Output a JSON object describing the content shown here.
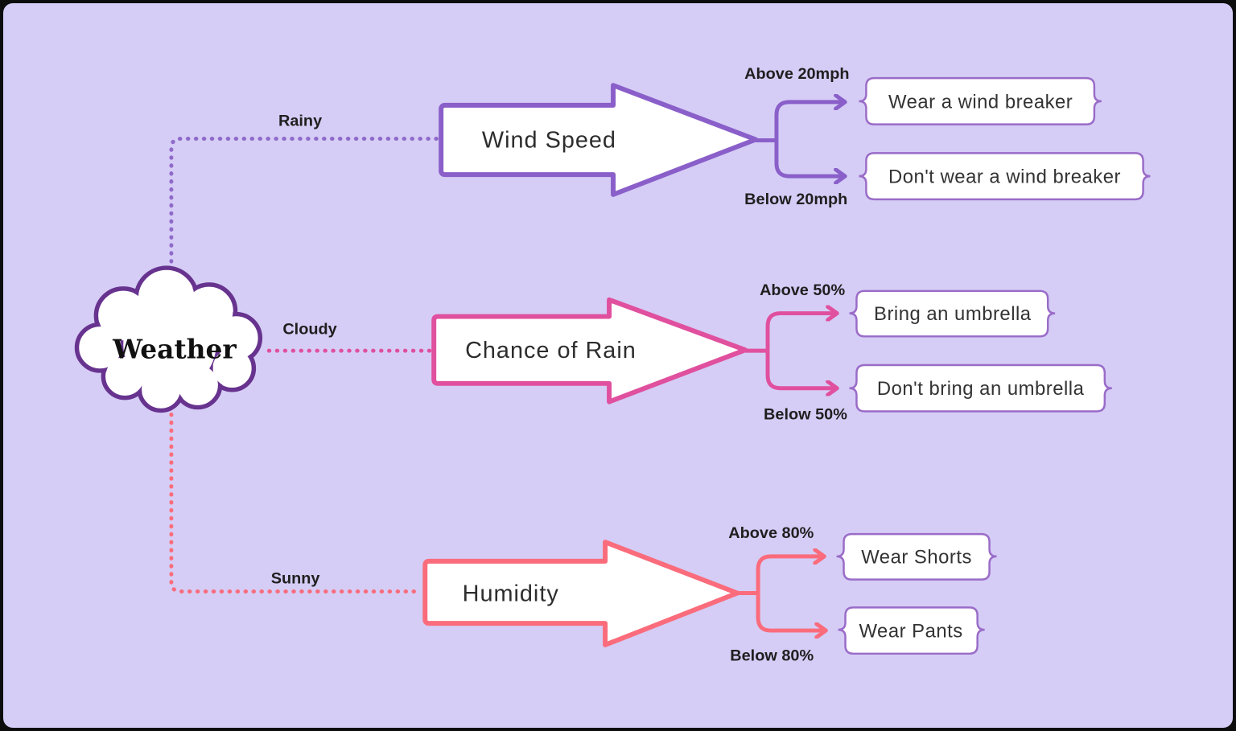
{
  "diagram": {
    "background_color": "#D5CDF6",
    "root": {
      "label": "Weather",
      "border_color": "#67338F"
    },
    "branches": [
      {
        "condition": "Rainy",
        "decision": "Wind Speed",
        "color": "#8A5FC9",
        "dotted_color": "#8F6BC9",
        "outcomes": [
          {
            "threshold": "Above 20mph",
            "action": "Wear a wind breaker"
          },
          {
            "threshold": "Below 20mph",
            "action": "Don't wear a wind breaker"
          }
        ]
      },
      {
        "condition": "Cloudy",
        "decision": "Chance of Rain",
        "color": "#E0509E",
        "dotted_color": "#E0509E",
        "outcomes": [
          {
            "threshold": "Above 50%",
            "action": "Bring an umbrella"
          },
          {
            "threshold": "Below 50%",
            "action": "Don't bring an umbrella"
          }
        ]
      },
      {
        "condition": "Sunny",
        "decision": "Humidity",
        "color": "#FA6C7C",
        "dotted_color": "#F96D7C",
        "outcomes": [
          {
            "threshold": "Above 80%",
            "action": "Wear Shorts"
          },
          {
            "threshold": "Below 80%",
            "action": "Wear Pants"
          }
        ]
      }
    ],
    "outcome_box_border_color": "#9A6CC8"
  }
}
